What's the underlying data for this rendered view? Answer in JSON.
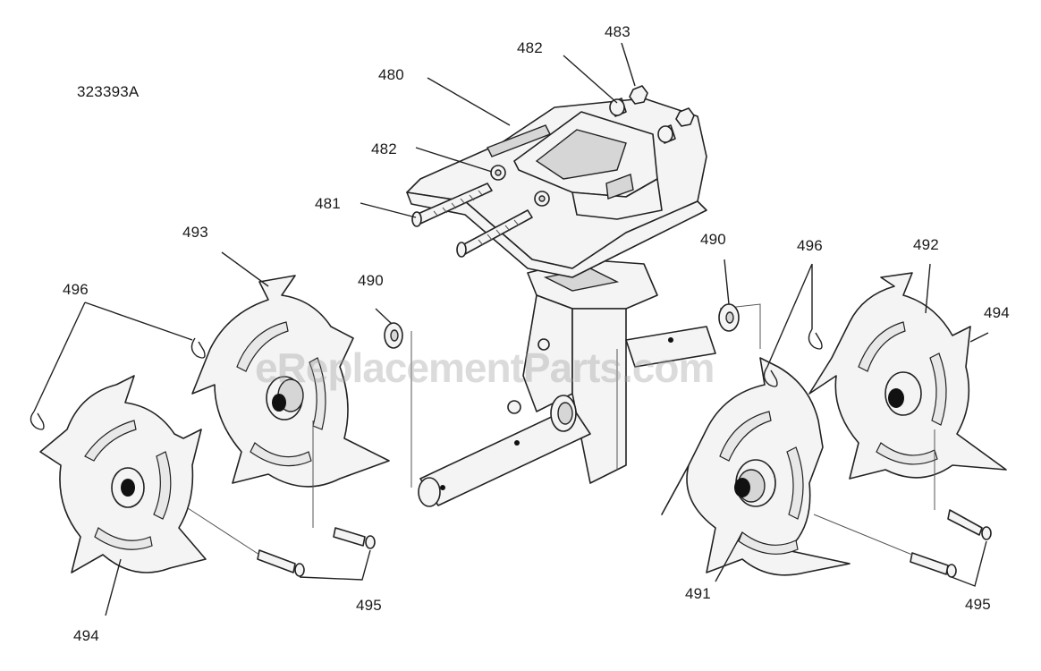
{
  "diagram": {
    "drawing_number": "323393A",
    "watermark": "eReplacementParts.com",
    "callouts": {
      "c480": "480",
      "c481": "481",
      "c482_top": "482",
      "c482_left": "482",
      "c483": "483",
      "c490_left": "490",
      "c490_right": "490",
      "c491": "491",
      "c492": "492",
      "c493": "493",
      "c494_left": "494",
      "c494_right": "494",
      "c495_left": "495",
      "c495_right": "495",
      "c496_left": "496",
      "c496_right": "496"
    }
  }
}
